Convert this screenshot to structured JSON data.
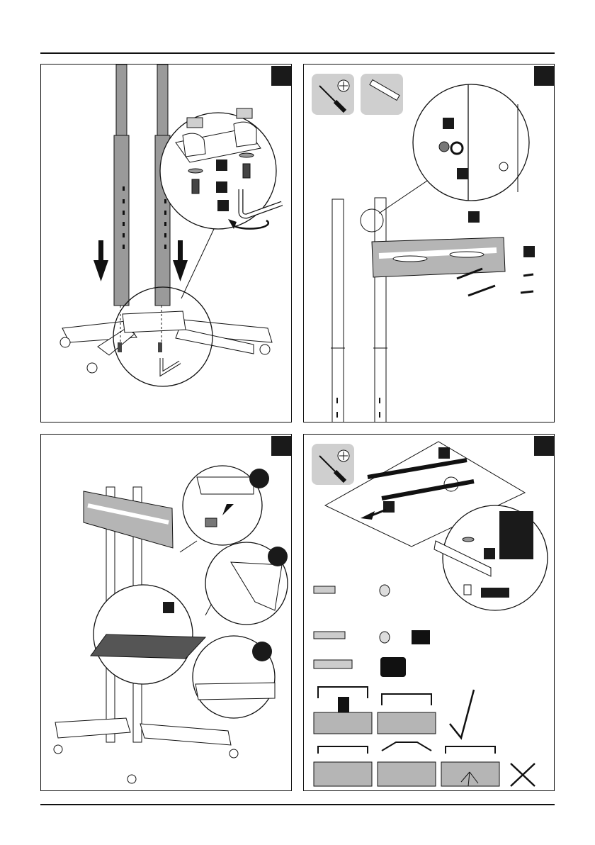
{
  "page": {
    "title": "",
    "footer": ""
  },
  "panels": [
    {
      "id": "step-1",
      "tools": [],
      "callouts": 3
    },
    {
      "id": "step-2",
      "tools": [
        "phillips-screwdriver-icon",
        "spirit-level-icon"
      ],
      "callouts": 4
    },
    {
      "id": "step-3",
      "tools": [],
      "callouts": 4
    },
    {
      "id": "step-4",
      "tools": [
        "phillips-screwdriver-icon"
      ],
      "callouts": 5
    }
  ],
  "verdict": {
    "correct": "check-mark-icon",
    "incorrect": "cross-mark-icon"
  },
  "colors": {
    "ink": "#111111",
    "callout": "#1a1a1a",
    "pole_grey": "#9a9a9a",
    "tool_tile": "#cfcfcf",
    "wall_grey": "#b5b5b5"
  }
}
